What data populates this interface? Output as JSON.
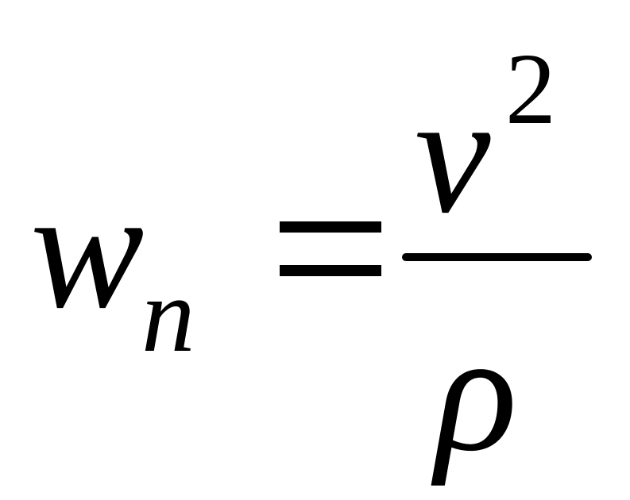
{
  "formula": {
    "lhs_symbol": "w",
    "lhs_subscript": "n",
    "numerator_symbol": "v",
    "numerator_exponent": "2",
    "denominator_symbol": "ρ"
  }
}
